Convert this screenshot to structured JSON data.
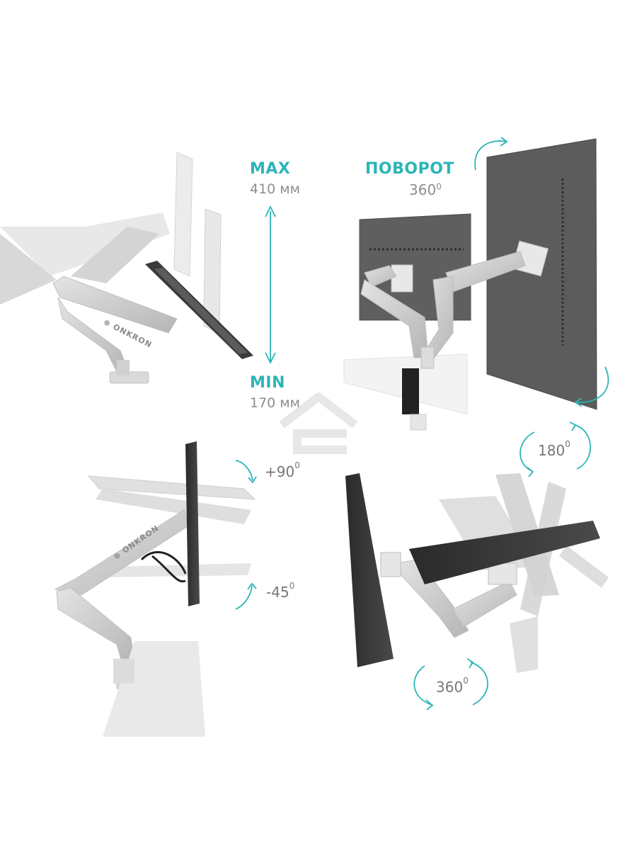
{
  "height_range": {
    "max_label": "MAX",
    "max_value": "410 мм",
    "min_label": "MIN",
    "min_value": "170 мм"
  },
  "rotation": {
    "label": "ПОВОРОТ",
    "value": "360",
    "degree_mark": "0"
  },
  "tilt": {
    "up": "+90",
    "down": "-45",
    "degree_mark": "0"
  },
  "swivel": {
    "top": "180",
    "bottom": "360",
    "degree_mark": "0"
  },
  "brand": {
    "logo_text": "ONKRON"
  },
  "colors": {
    "accent": "#2bb5b8",
    "text_gray": "#8e8e8e",
    "arm_silver": "#c9c9c9",
    "monitor_dark": "#3a3a3a",
    "panel_gray": "#5f5f5f"
  },
  "icons": [
    "height-arrow-icon",
    "rotate-arrow-icon",
    "tilt-arrow-icon",
    "swivel-arrow-icon",
    "home-watermark-icon"
  ]
}
